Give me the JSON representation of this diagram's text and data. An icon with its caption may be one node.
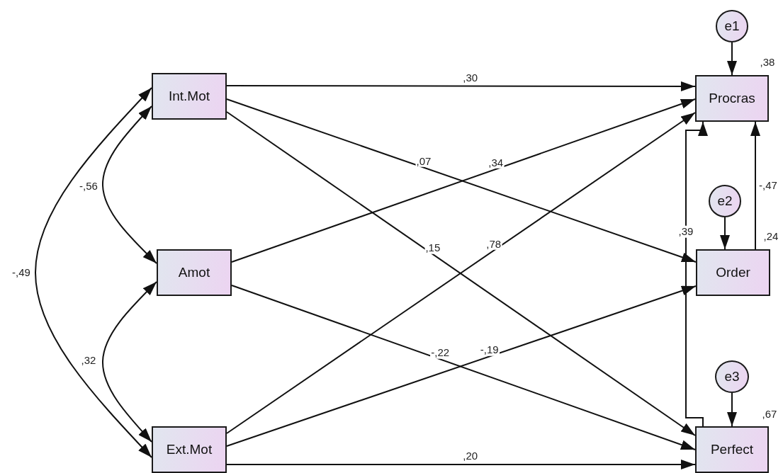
{
  "diagram": {
    "nodes": [
      {
        "text": [
          "Int.Mot"
        ]
      },
      {
        "text": [
          "Amot"
        ]
      },
      {
        "text": [
          "Ext.Mot"
        ]
      },
      {
        "text": [
          "e1"
        ]
      },
      {
        "text": [
          "Procras"
        ],
        "beside": [
          ",38"
        ]
      },
      {
        "text": [
          "e2"
        ]
      },
      {
        "text": [
          "Order"
        ],
        "beside": [
          ",24"
        ]
      },
      {
        "text": [
          "e3"
        ]
      },
      {
        "text": [
          "Perfect"
        ],
        "beside": [
          ",67"
        ]
      }
    ],
    "edges": [
      {
        "from": 0,
        "to": 4,
        "arrow": "to",
        "label": ",30"
      },
      {
        "from": 0,
        "to": 6,
        "arrow": "to",
        "label": ",07"
      },
      {
        "from": 0,
        "to": 8,
        "arrow": "to",
        "label": ",15"
      },
      {
        "from": 1,
        "to": 4,
        "arrow": "to",
        "label": ",34"
      },
      {
        "from": 1,
        "to": 8,
        "arrow": "to",
        "label": "-,22"
      },
      {
        "from": 2,
        "to": 4,
        "arrow": "to",
        "label": ",78"
      },
      {
        "from": 2,
        "to": 6,
        "arrow": "to",
        "label": "-,19"
      },
      {
        "from": 2,
        "to": 8,
        "arrow": "to",
        "label": ",20"
      },
      {
        "from": 0,
        "to": 1,
        "arrow": "both",
        "label": "-,56"
      },
      {
        "from": 1,
        "to": 2,
        "arrow": "both",
        "label": ",32"
      },
      {
        "from": 0,
        "to": 2,
        "arrow": "both",
        "label": "-,49"
      },
      {
        "from": 3,
        "to": 4,
        "arrow": "to"
      },
      {
        "from": 5,
        "to": 6,
        "arrow": "to"
      },
      {
        "from": 7,
        "to": 8,
        "arrow": "to"
      },
      {
        "from": 8,
        "to": 4,
        "arrow": "to",
        "label": ",39"
      },
      {
        "from": 6,
        "to": 4,
        "arrow": "to",
        "label": "-,47"
      }
    ]
  }
}
